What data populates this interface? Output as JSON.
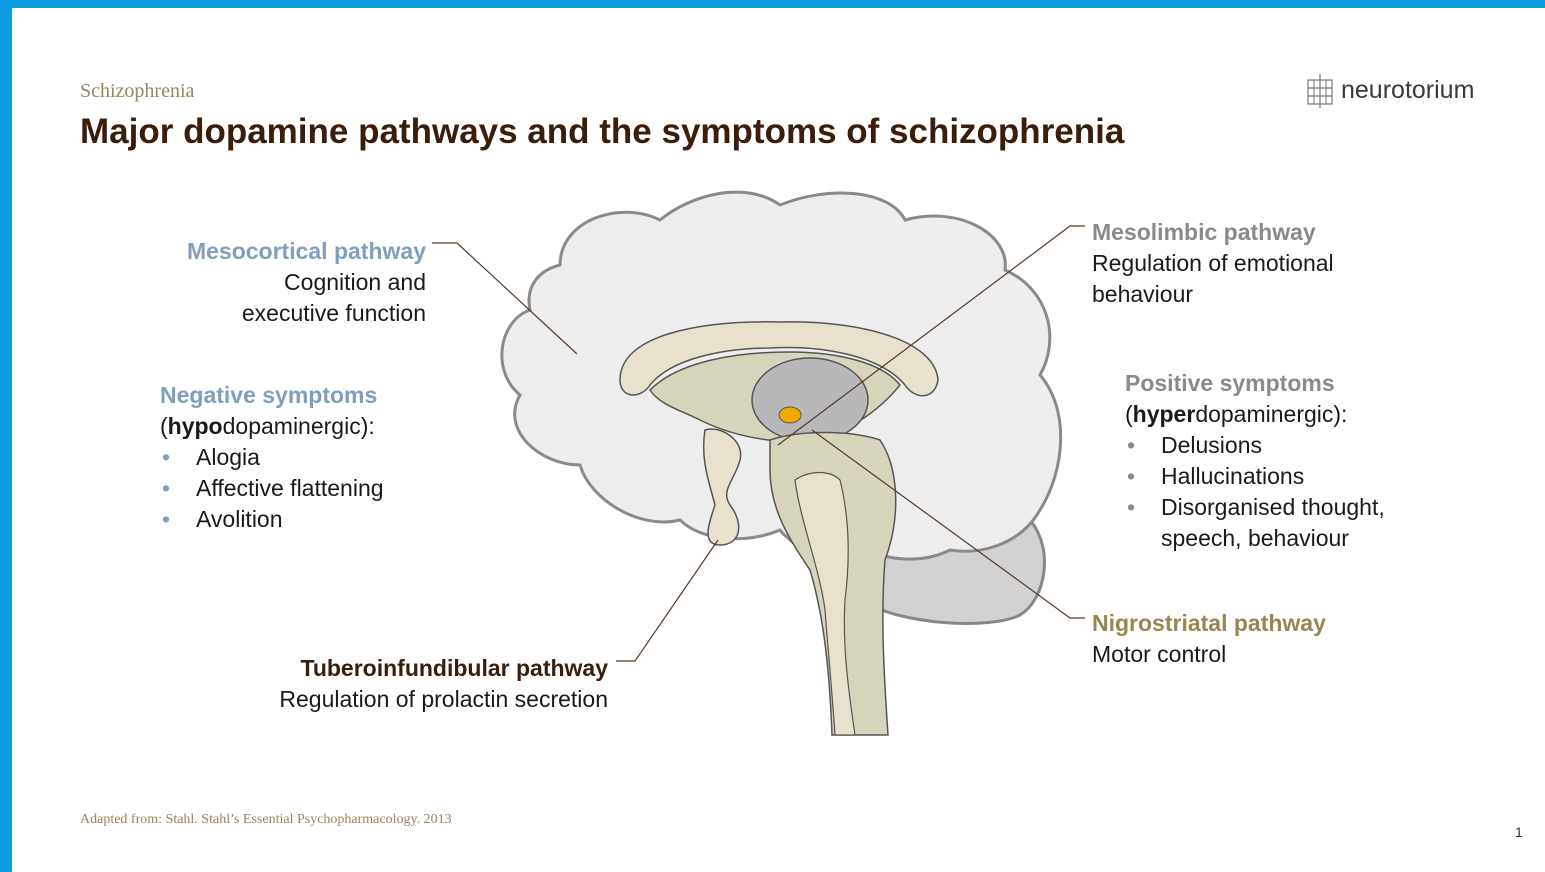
{
  "header": {
    "section": "Schizophrenia",
    "title": "Major dopamine pathways and the symptoms of schizophrenia",
    "logo_text": "neurotorium"
  },
  "pathways": {
    "mesocortical": {
      "name": "Mesocortical pathway",
      "line1": "Cognition and",
      "line2": "executive function"
    },
    "mesolimbic": {
      "name": "Mesolimbic pathway",
      "line1": "Regulation of emotional",
      "line2": "behaviour"
    },
    "nigrostriatal": {
      "name": "Nigrostriatal pathway",
      "desc": "Motor control"
    },
    "tuberoinfundibular": {
      "name": "Tuberoinfundibular pathway",
      "desc": "Regulation of prolactin secretion"
    }
  },
  "negative": {
    "heading": "Negative symptoms",
    "open": "(",
    "prefix": "hypo",
    "suffix": "dopaminergic):",
    "items": [
      "Alogia",
      "Affective flattening",
      "Avolition"
    ]
  },
  "positive": {
    "heading": "Positive symptoms",
    "open": "(",
    "prefix": "hyper",
    "suffix": "dopaminergic):",
    "items": [
      "Delusions",
      "Hallucinations",
      "Disorganised thought,",
      "speech, behaviour"
    ]
  },
  "bullet": "•",
  "footnote": "Adapted from: Stahl. Stahl’s Essential Psychopharmacology. 2013",
  "page_number": "1",
  "colors": {
    "frame": "#0f9de1",
    "title": "#3b1d0b",
    "mesocortical": "#7f9fbd",
    "mesolimbic": "#8a8a8a",
    "nigrostriatal": "#9a8550",
    "leader_line": "#5a3a22"
  },
  "icons": {
    "logo": "neurotorium-logo-icon",
    "bullet": "bullet-dot"
  }
}
